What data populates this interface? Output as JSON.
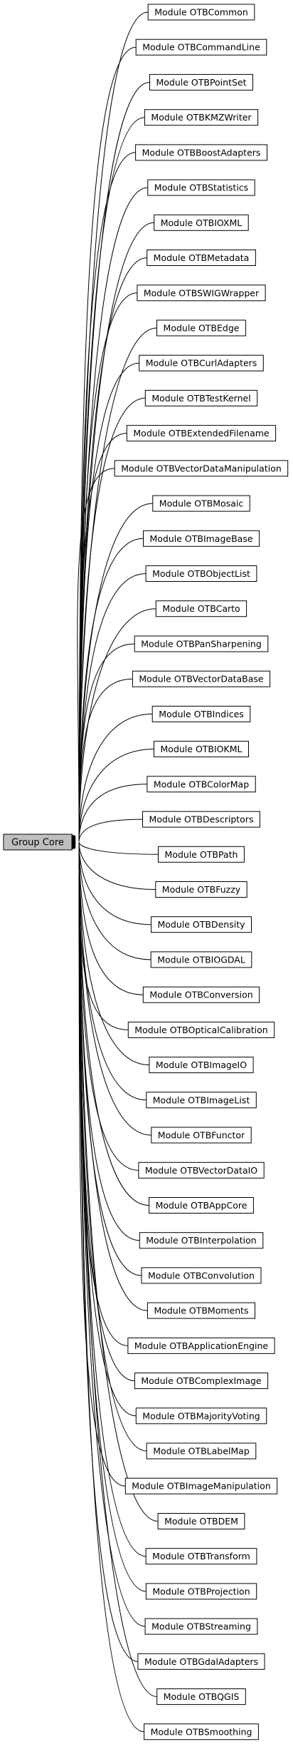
{
  "group": {
    "label": "Group Core",
    "fill": "#bfbfbf"
  },
  "edge_color": "#000000",
  "modules": [
    "Module OTBCommon",
    "Module OTBCommandLine",
    "Module OTBPointSet",
    "Module OTBKMZWriter",
    "Module OTBBoostAdapters",
    "Module OTBStatistics",
    "Module OTBIOXML",
    "Module OTBMetadata",
    "Module OTBSWIGWrapper",
    "Module OTBEdge",
    "Module OTBCurlAdapters",
    "Module OTBTestKernel",
    "Module OTBExtendedFilename",
    "Module OTBVectorDataManipulation",
    "Module OTBMosaic",
    "Module OTBImageBase",
    "Module OTBObjectList",
    "Module OTBCarto",
    "Module OTBPanSharpening",
    "Module OTBVectorDataBase",
    "Module OTBIndices",
    "Module OTBIOKML",
    "Module OTBColorMap",
    "Module OTBDescriptors",
    "Module OTBPath",
    "Module OTBFuzzy",
    "Module OTBDensity",
    "Module OTBIOGDAL",
    "Module OTBConversion",
    "Module OTBOpticalCalibration",
    "Module OTBImageIO",
    "Module OTBImageList",
    "Module OTBFunctor",
    "Module OTBVectorDataIO",
    "Module OTBAppCore",
    "Module OTBInterpolation",
    "Module OTBConvolution",
    "Module OTBMoments",
    "Module OTBApplicationEngine",
    "Module OTBComplexImage",
    "Module OTBMajorityVoting",
    "Module OTBLabelMap",
    "Module OTBImageManipulation",
    "Module OTBDEM",
    "Module OTBTransform",
    "Module OTBProjection",
    "Module OTBStreaming",
    "Module OTBGdalAdapters",
    "Module OTBQGIS",
    "Module OTBSmoothing"
  ]
}
